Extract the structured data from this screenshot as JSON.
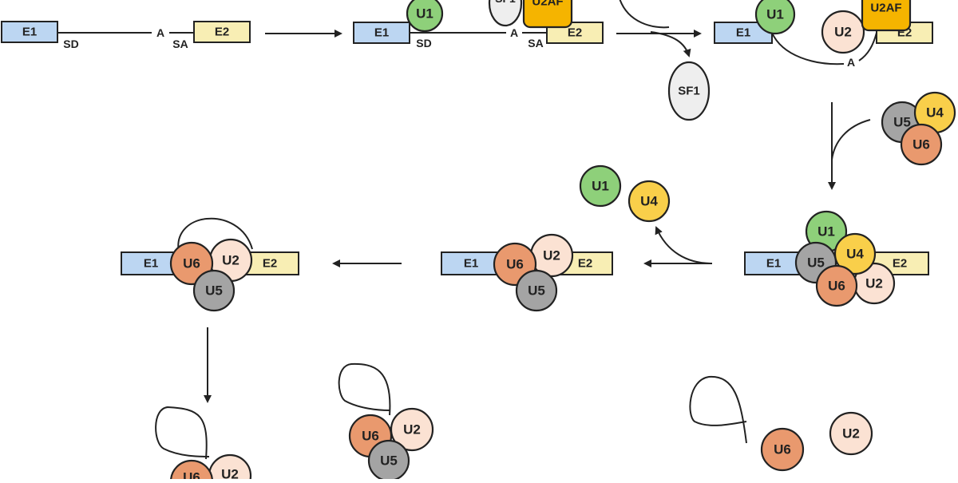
{
  "colors": {
    "exon1": "#bcd6f2",
    "exon2": "#f8eeb4",
    "U1": "#8ed07a",
    "U2": "#fbe2d3",
    "U4": "#f9cf4a",
    "U5": "#a4a4a4",
    "U6": "#e9996e",
    "U2AF": "#f5b400",
    "SF1": "#eeeeee"
  },
  "labels": {
    "E1": "E1",
    "E2": "E2",
    "SD": "SD",
    "SA": "SA",
    "A": "A",
    "U1": "U1",
    "U2": "U2",
    "U4": "U4",
    "U5": "U5",
    "U6": "U6",
    "U2AF": "U2AF",
    "SF1": "SF1"
  }
}
